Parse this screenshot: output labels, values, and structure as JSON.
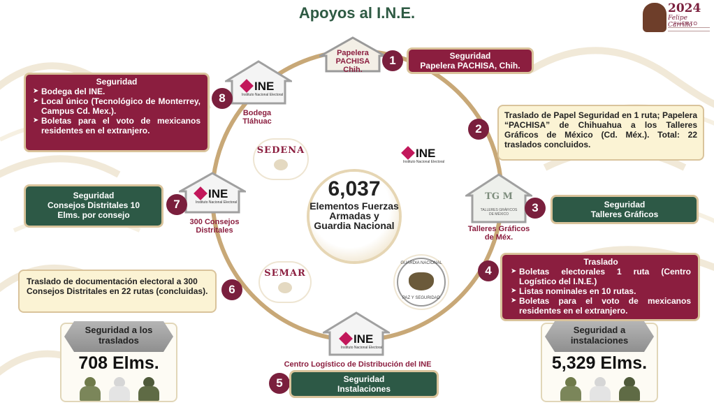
{
  "title": "Apoyos al I.N.E.",
  "logo": {
    "year": "2024",
    "name_line1": "Felipe Carrillo",
    "name_line2": "PUERTO"
  },
  "center": {
    "number": "6,037",
    "text": "Elementos Fuerzas Armadas y Guardia Nacional"
  },
  "logos": {
    "ine_text": "INE",
    "ine_subtitle": "Instituto Nacional Electoral",
    "sedena": "SEDENA",
    "semar": "SEMAR",
    "guardia_top": "GUARDIA NACIONAL",
    "guardia_bottom": "PAZ Y SEGURIDAD",
    "talleres_monogram": "TG M",
    "talleres_subtitle": "TALLERES GRÁFICOS DE MÉXICO"
  },
  "nodes": [
    {
      "num": "1",
      "label": "Papelera PACHISA Chih.",
      "box_title": "Seguridad",
      "box_text": "Papelera PACHISA, Chih."
    },
    {
      "num": "2",
      "box_text": "Traslado de Papel Seguridad en 1 ruta; Papelera “PACHISA” de Chihuahua a los Talleres Gráficos de México (Cd. Méx.). Total: 22 traslados concluidos."
    },
    {
      "num": "3",
      "label": "Talleres Gráficos de Méx.",
      "box_title": "Seguridad",
      "box_text": "Talleres Gráficos"
    },
    {
      "num": "4",
      "box_title": "Traslado",
      "items": [
        "Boletas electorales 1 ruta (Centro Logístico del I.N.E.)",
        "Listas nominales en 10 rutas.",
        "Boletas para el voto de mexicanos residentes en el extranjero."
      ]
    },
    {
      "num": "5",
      "label": "Centro Logístico de Distribución del INE",
      "box_title": "Seguridad",
      "box_text": "Instalaciones"
    },
    {
      "num": "6",
      "box_text": "Traslado de documentación electoral a 300 Consejos Distritales en 22 rutas (concluidas)."
    },
    {
      "num": "7",
      "label": "300 Consejos Distritales",
      "box_title": "Seguridad",
      "box_text": "Consejos Distritales 10 Elms. por consejo"
    },
    {
      "num": "8",
      "label": "Bodega Tláhuac",
      "box_title": "Seguridad",
      "items": [
        "Bodega del INE.",
        "Local único (Tecnológico de Monterrey, Campus Cd. Mex.).",
        "Boletas para el voto de mexicanos residentes en el extranjero."
      ]
    }
  ],
  "stats": {
    "left": {
      "title": "Seguridad a los traslados",
      "value": "708 Elms."
    },
    "right": {
      "title": "Seguridad a instalaciones",
      "value": "5,329 Elms."
    }
  },
  "colors": {
    "maroon": "#8b1e3f",
    "green": "#2d5946",
    "gold": "#c8a877",
    "cream": "#fbf3d4",
    "title_green": "#2e5a43"
  },
  "icons": [
    "house-icon",
    "ine-logo",
    "sedena-seal",
    "semar-seal",
    "guardia-nacional-seal",
    "soldier-icon"
  ]
}
